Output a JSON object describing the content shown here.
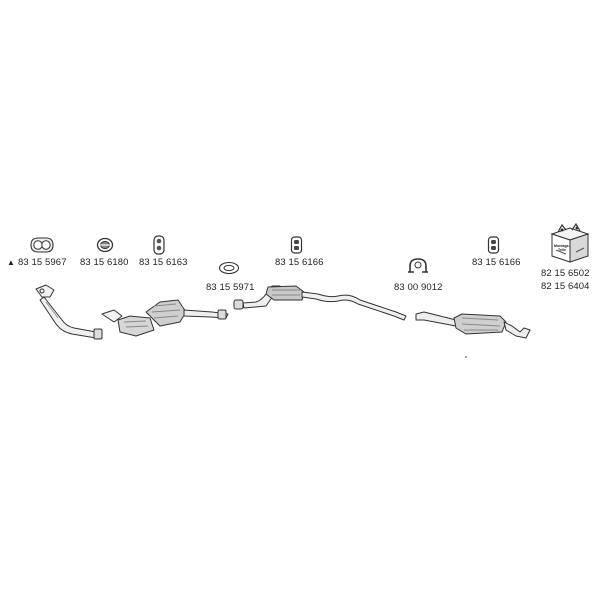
{
  "parts": {
    "gasket_flange": {
      "number": "83 15 5967",
      "marker": "▲"
    },
    "ring_a": {
      "number": "83 15 6180"
    },
    "hanger_triple": {
      "number": "83 15 6163"
    },
    "ring_gasket": {
      "number": "83 15 5971"
    },
    "rubber_mount_1": {
      "number": "83 15 6166"
    },
    "clamp": {
      "number": "83 00 9012"
    },
    "rubber_mount_2": {
      "number": "83 15 6166"
    },
    "mounting_kit": {
      "number_1": "82 15 6502",
      "number_2": "82 15 6404",
      "box_text": "Montage-Teile"
    }
  },
  "colors": {
    "line": "#333333",
    "fill": "#e6e6e6",
    "shade": "#bdbdbd"
  }
}
